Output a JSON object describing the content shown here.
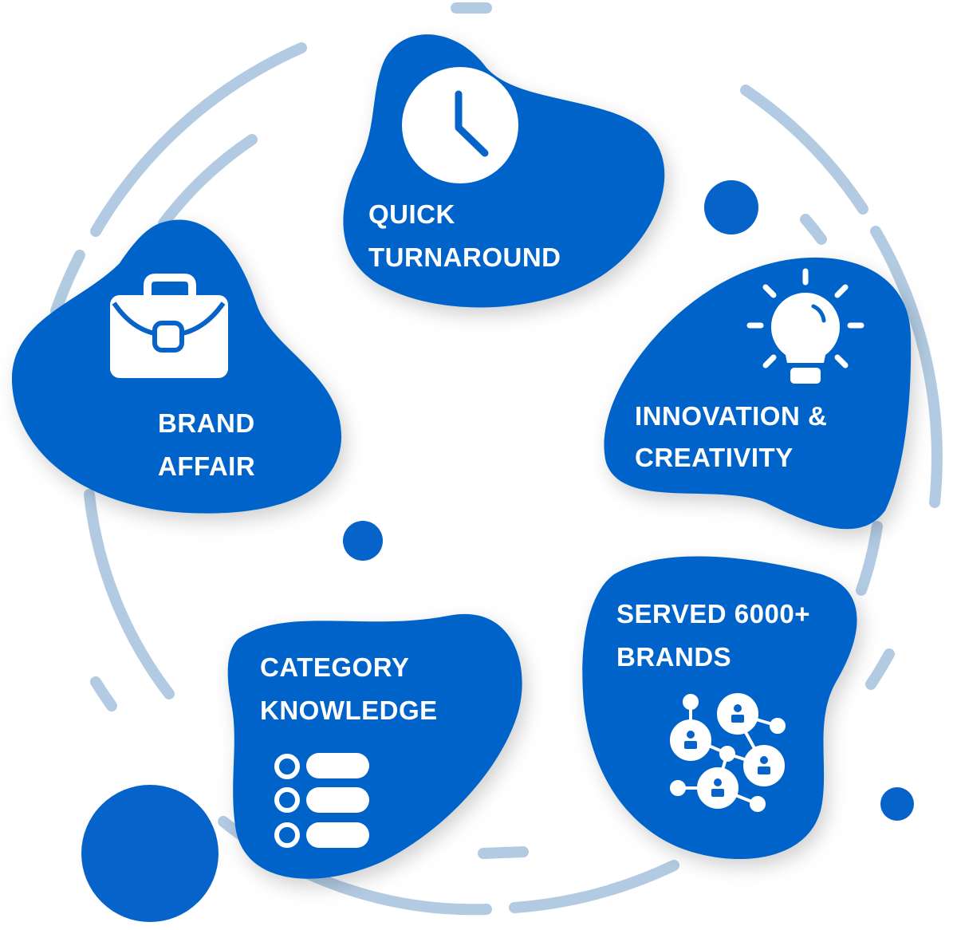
{
  "colors": {
    "blob": "#0563c9",
    "arc": "#b3cbe2",
    "white": "#ffffff"
  },
  "items": [
    {
      "id": "quick-turnaround",
      "line1": "QUICK",
      "line2": "TURNAROUND",
      "icon": "clock-icon"
    },
    {
      "id": "brand-affair",
      "line1": "BRAND",
      "line2": "AFFAIR",
      "icon": "briefcase-icon"
    },
    {
      "id": "innovation-creativity",
      "line1": "INNOVATION &",
      "line2": "CREATIVITY",
      "icon": "lightbulb-icon"
    },
    {
      "id": "served-brands",
      "line1": "SERVED 6000+",
      "line2": "BRANDS",
      "icon": "network-icon"
    },
    {
      "id": "category-knowledge",
      "line1": "CATEGORY",
      "line2": "KNOWLEDGE",
      "icon": "list-icon"
    }
  ]
}
